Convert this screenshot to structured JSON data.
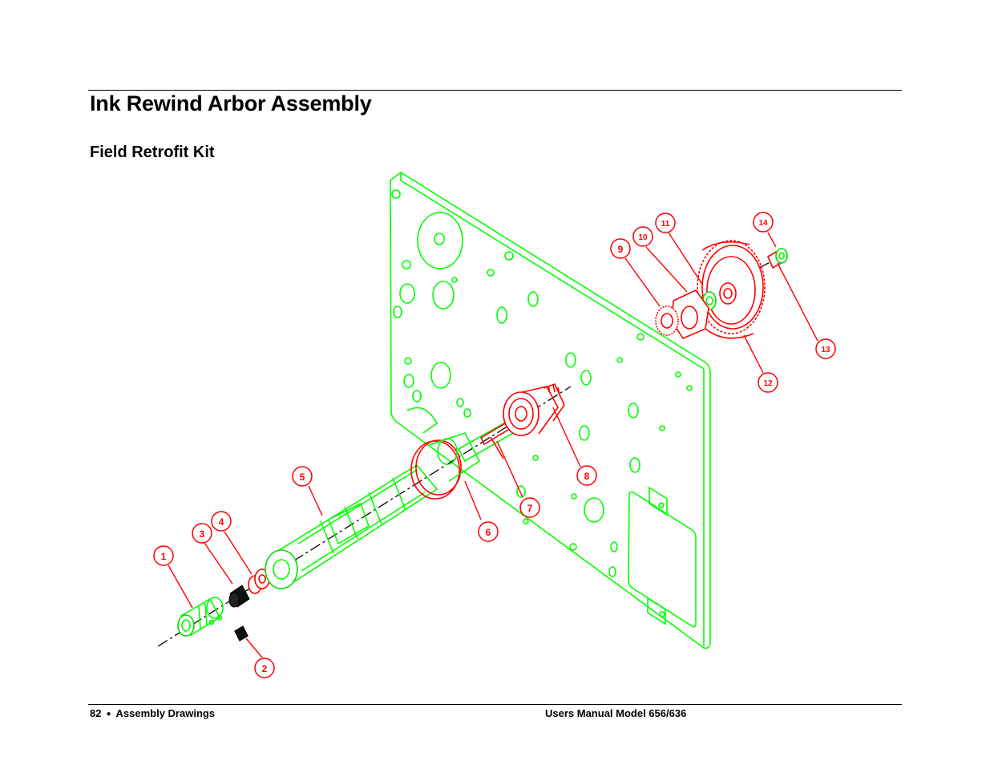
{
  "page": {
    "title": "Ink Rewind Arbor Assembly",
    "subtitle": "Field Retrofit Kit"
  },
  "footer": {
    "page_number": "82",
    "section": "Assembly Drawings",
    "manual": "Users Manual Model 656/636"
  },
  "drawing": {
    "callouts": [
      "1",
      "2",
      "3",
      "4",
      "5",
      "6",
      "7",
      "8",
      "9",
      "10",
      "11",
      "12",
      "13",
      "14"
    ],
    "colors": {
      "frame_parts": "#00ff00",
      "kit_parts": "#ff0000",
      "callouts": "#ff0000"
    }
  }
}
